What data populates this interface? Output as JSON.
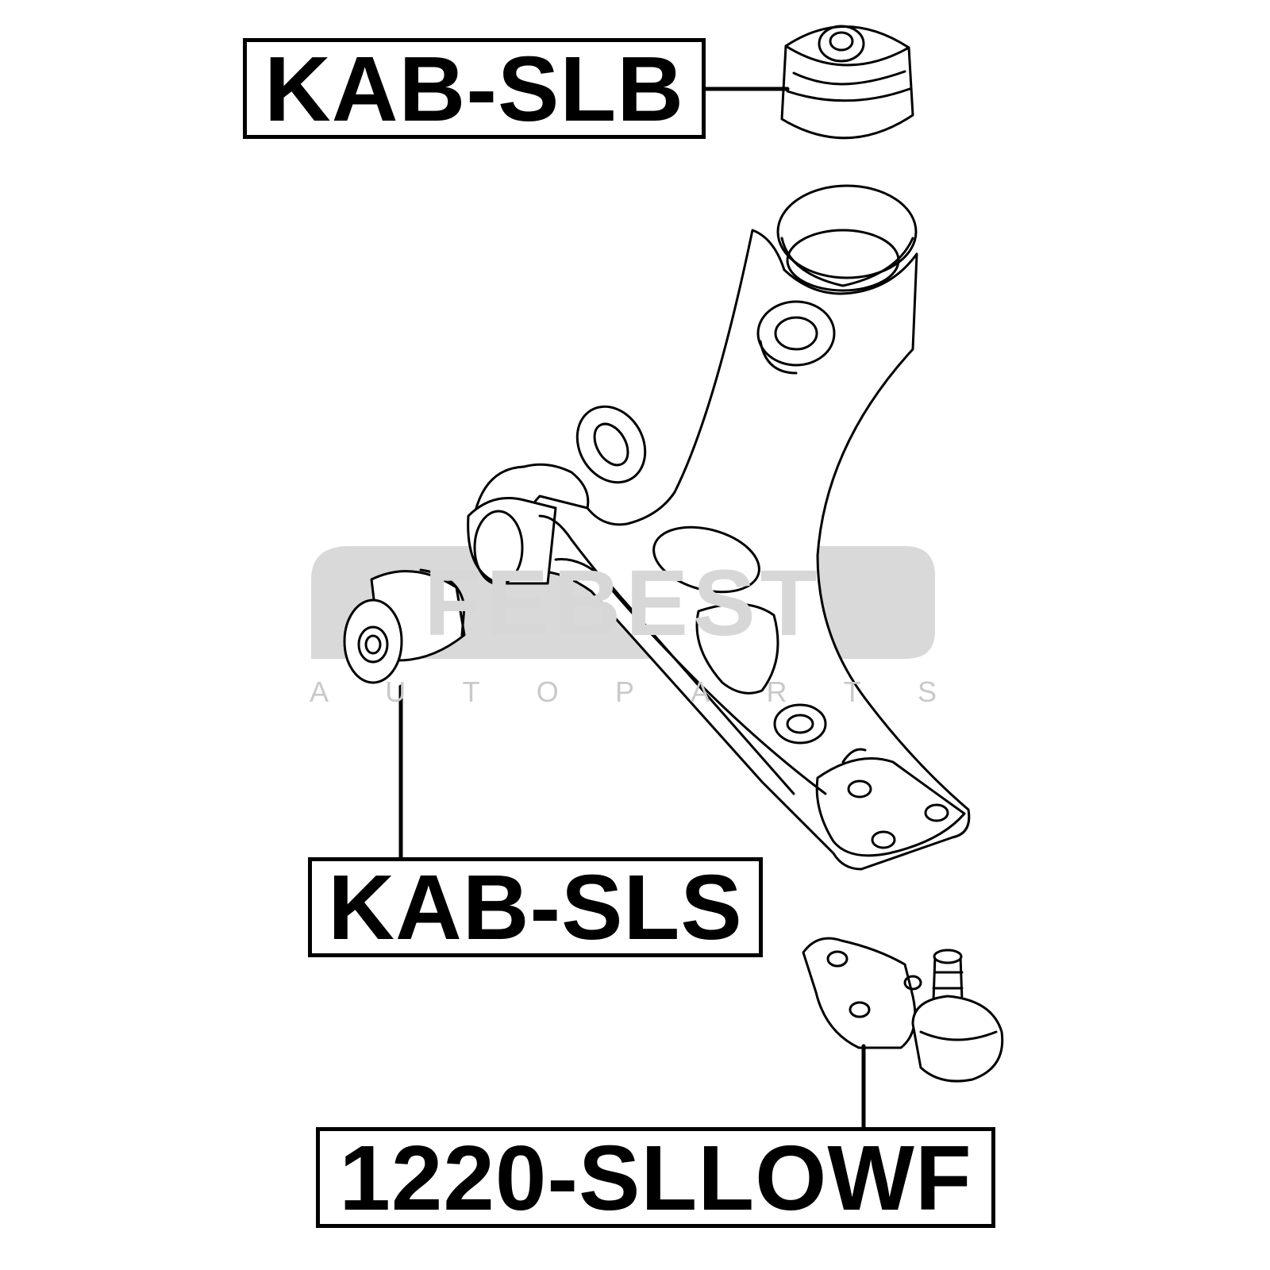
{
  "labels": {
    "top_bushing": "KAB-SLB",
    "front_bushing": "KAB-SLS",
    "ball_joint": "1220-SLLOWF"
  },
  "watermark": {
    "brand": "FEBEST",
    "subtitle": [
      "A",
      "U",
      "T",
      "O",
      "P",
      "A",
      "R",
      "T",
      "S"
    ]
  },
  "colors": {
    "line": "#000000",
    "watermark": "#d9d9d9",
    "background": "#ffffff"
  }
}
